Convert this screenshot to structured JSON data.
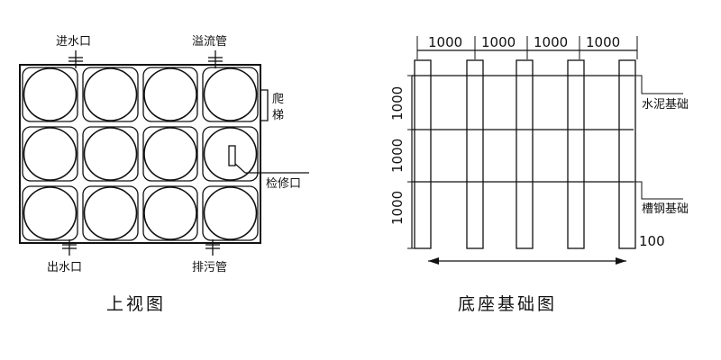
{
  "top_view": {
    "caption": "上视图",
    "labels": {
      "inlet": "进水口",
      "overflow": "溢流管",
      "ladder_1": "爬",
      "ladder_2": "梯",
      "manhole": "检修口",
      "outlet": "出水口",
      "drain": "排污管"
    },
    "grid": {
      "rows": 3,
      "cols": 4
    }
  },
  "base_view": {
    "caption": "底座基础图",
    "spacing_labels": [
      "1000",
      "1000",
      "1000",
      "1000"
    ],
    "row_spacing_labels": [
      "1000",
      "1000",
      "1000"
    ],
    "beam_width_label": "100",
    "labels": {
      "concrete": "水泥基础",
      "steel": "槽钢基础"
    }
  }
}
